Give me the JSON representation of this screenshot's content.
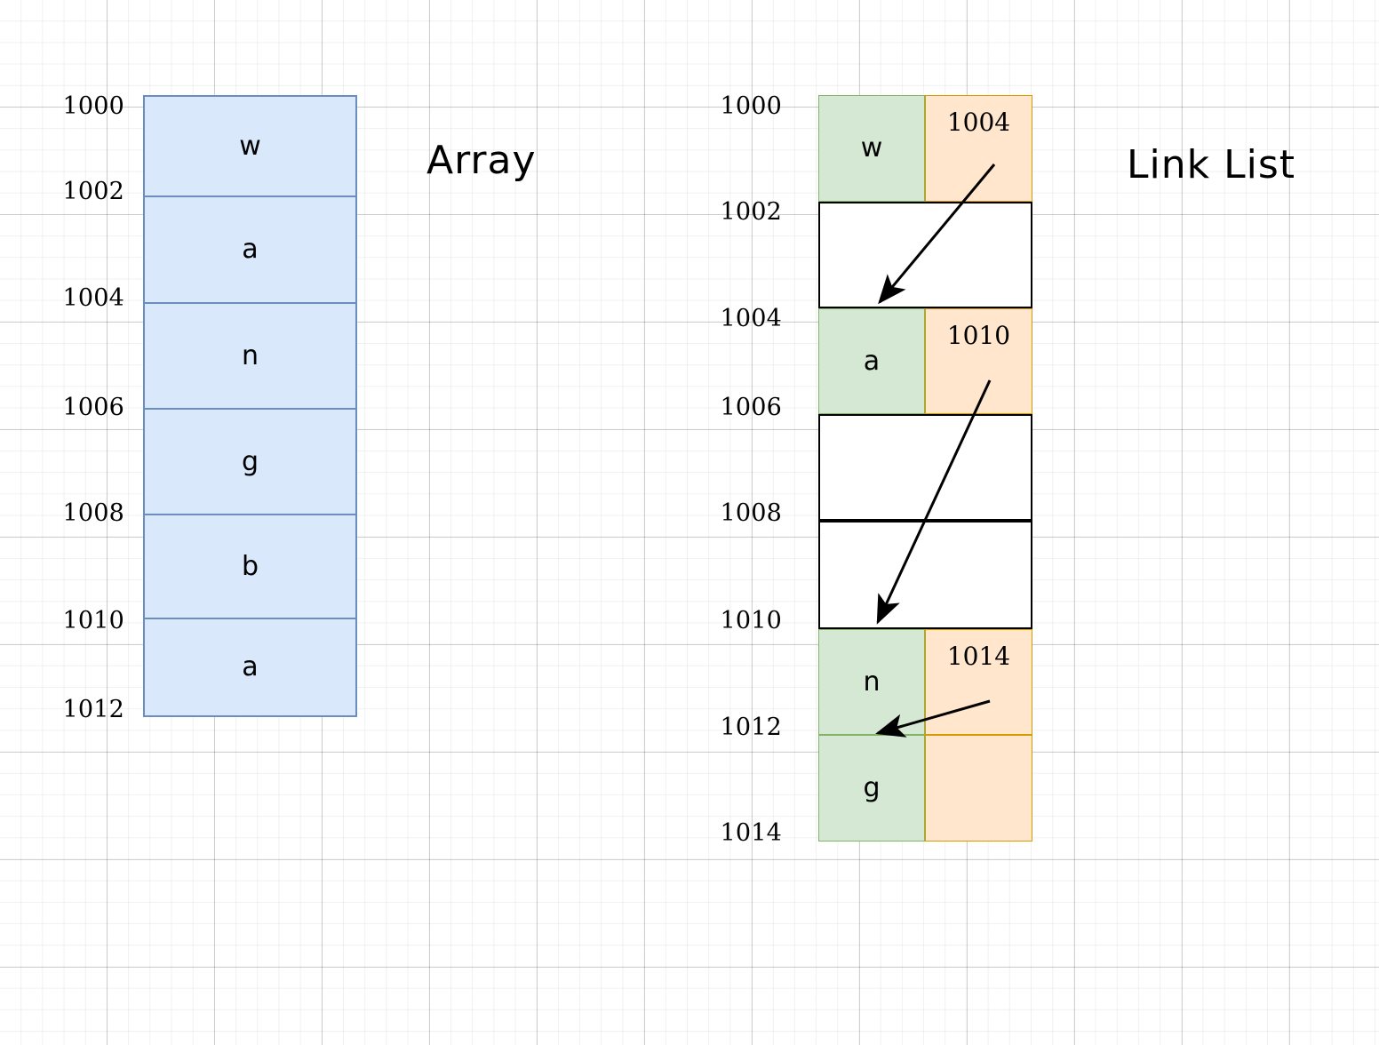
{
  "diagram": {
    "background": "graph-paper-grid",
    "colors": {
      "array_fill": "#dae8fc",
      "array_border": "#6c8ebf",
      "node_data_fill": "#d5e8d4",
      "node_data_border": "#82b366",
      "node_pointer_fill": "#ffe6cc",
      "node_pointer_border": "#d79b00",
      "blank_cell_fill": "#ffffff",
      "blank_cell_border": "#000000",
      "arrow": "#000000",
      "text": "#000000"
    }
  },
  "array_section": {
    "title": "Array",
    "address_labels": [
      "1000",
      "1002",
      "1004",
      "1006",
      "1008",
      "1010",
      "1012"
    ],
    "cells": [
      {
        "value": "w",
        "start_address": "1000"
      },
      {
        "value": "a",
        "start_address": "1002"
      },
      {
        "value": "n",
        "start_address": "1004"
      },
      {
        "value": "g",
        "start_address": "1006"
      },
      {
        "value": "b",
        "start_address": "1008"
      },
      {
        "value": "a",
        "start_address": "1010"
      }
    ]
  },
  "linklist_section": {
    "title": "Link List",
    "address_labels": [
      "1000",
      "1002",
      "1004",
      "1006",
      "1008",
      "1010",
      "1012",
      "1014"
    ],
    "nodes": [
      {
        "data": "w",
        "next": "1004",
        "start_address": "1000"
      },
      {
        "data": "a",
        "next": "1010",
        "start_address": "1004"
      },
      {
        "data": "n",
        "next": "1014",
        "start_address": "1010"
      },
      {
        "data": "g",
        "next": "",
        "start_address": "1012"
      }
    ],
    "free_blocks": [
      {
        "start_address": "1002"
      },
      {
        "start_address": "1006"
      },
      {
        "start_address": "1008"
      }
    ],
    "pointer_arrows": [
      {
        "from": "1004",
        "to": "1004",
        "label": "1004"
      },
      {
        "from": "1010",
        "to": "1010",
        "label": "1010"
      },
      {
        "from": "1014",
        "to": "1014",
        "label": "1014"
      }
    ]
  }
}
